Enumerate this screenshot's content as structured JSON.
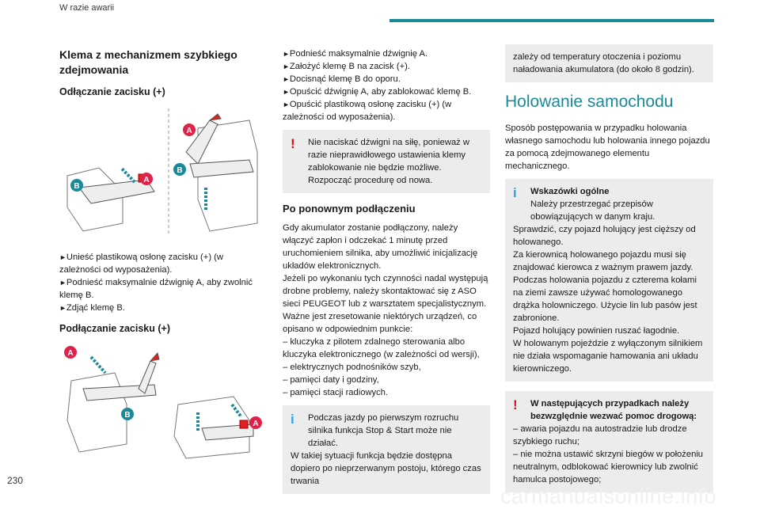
{
  "header": {
    "section": "W razie awarii"
  },
  "page_number": "230",
  "watermark": "carmanualsonline.info",
  "colors": {
    "accent": "#1b8a98",
    "warning": "#d6101f",
    "info": "#2f9fe0",
    "marker_a": "#e0224b",
    "marker_b": "#1b8a98",
    "box_bg": "#ececec"
  },
  "col1": {
    "title": "Klema z mechanizmem szybkiego zdejmowania",
    "sub1": "Odłączanie zacisku (+)",
    "fig1_labels": [
      "A",
      "A",
      "B",
      "B"
    ],
    "steps1": [
      "Unieść plastikową osłonę zacisku (+) (w zależności od wyposażenia).",
      "Podnieść maksymalnie dźwignię A, aby zwolnić klemę B.",
      "Zdjąć klemę B."
    ],
    "sub2": "Podłączanie zacisku (+)",
    "fig2_labels": [
      "A",
      "B",
      "A"
    ]
  },
  "col2": {
    "steps": [
      "Podnieść maksymalnie dźwignię A.",
      "Założyć klemę B na zacisk (+).",
      "Docisnąć klemę B do oporu.",
      "Opuścić dźwignię A, aby zablokować klemę B.",
      "Opuścić plastikową osłonę zacisku (+) (w zależności od wyposażenia)."
    ],
    "warning": "Nie naciskać dźwigni na siłę, ponieważ w razie nieprawidłowego ustawienia klemy zablokowanie nie będzie możliwe. Rozpocząć procedurę od nowa.",
    "sub": "Po ponownym podłączeniu",
    "para_lines": [
      "Gdy akumulator zostanie podłączony, należy włączyć zapłon i odczekać 1 minutę przed uruchomieniem silnika, aby umożliwić inicjalizację układów elektronicznych.",
      "Jeżeli po wykonaniu tych czynności nadal występują drobne problemy, należy skontaktować się z ASO sieci PEUGEOT lub z warsztatem specjalistycznym.",
      "Ważne jest zresetowanie niektórych urządzeń, co opisano w odpowiednim punkcie:",
      "–  kluczyka z pilotem zdalnego sterowania albo kluczyka elektronicznego (w zależności od wersji),",
      "–  elektrycznych podnośników szyb,",
      "–  pamięci daty i godziny,",
      "–  pamięci stacji radiowych."
    ],
    "info": "Podczas jazdy po pierwszym rozruchu silnika funkcja Stop & Start może nie działać.",
    "info2": "W takiej sytuacji funkcja będzie dostępna dopiero po nieprzerwanym postoju, którego czas trwania"
  },
  "col3": {
    "cont": "zależy od temperatury otoczenia i poziomu naładowania akumulatora (do około 8 godzin).",
    "title": "Holowanie samochodu",
    "intro": "Sposób postępowania w przypadku holowania własnego samochodu lub holowania innego pojazdu za pomocą zdejmowanego elementu mechanicznego.",
    "info_title": "Wskazówki ogólne",
    "info_lines": [
      "Należy przestrzegać przepisów obowiązujących w danym kraju.",
      "Sprawdzić, czy pojazd holujący jest cięższy od holowanego.",
      "Za kierownicą holowanego pojazdu musi się znajdować kierowca z ważnym prawem jazdy.",
      "Podczas holowania pojazdu z czterema kołami na ziemi zawsze używać homologowanego drążka holowniczego. Użycie lin lub pasów jest zabronione.",
      "Pojazd holujący powinien ruszać łagodnie.",
      "W holowanym pojeździe z wyłączonym silnikiem nie działa wspomaganie hamowania ani układu kierowniczego."
    ],
    "warn_title": "W następujących przypadkach należy bezwzględnie wezwać pomoc drogową:",
    "warn_lines": [
      "–  awaria pojazdu na autostradzie lub drodze szybkiego ruchu;",
      "–  nie można ustawić skrzyni biegów w położeniu neutralnym, odblokować kierownicy lub zwolnić hamulca postojowego;"
    ]
  }
}
